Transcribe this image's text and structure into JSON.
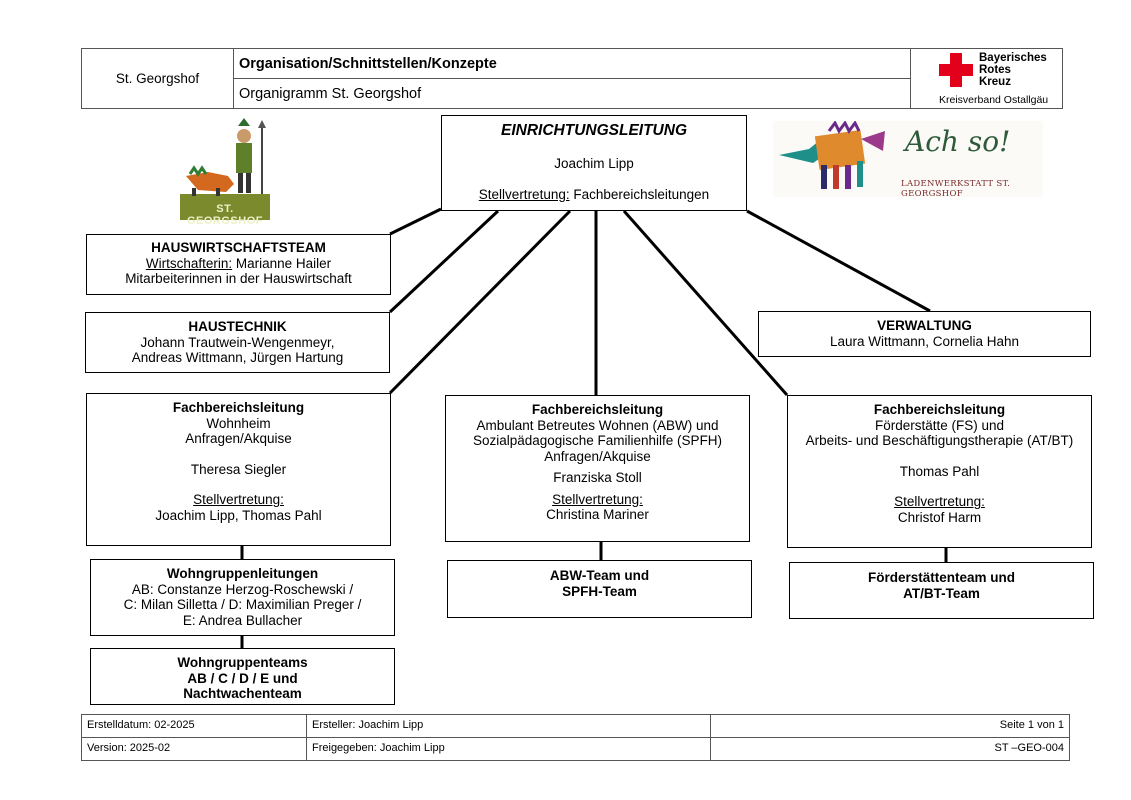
{
  "header": {
    "org_name": "St. Georgshof",
    "title": "Organisation/Schnittstellen/Konzepte",
    "subtitle": "Organigramm St. Georgshof",
    "brk_line1": "Bayerisches",
    "brk_line2": "Rotes",
    "brk_line3": "Kreuz",
    "brk_sub": "Kreisverband Ostallgäu",
    "brk_red": "#e2001a"
  },
  "logos": {
    "left_text": "ST. GEORGSHOF",
    "right_script": "Ach so!",
    "right_caption": "Ladenwerkstatt St. Georgshof"
  },
  "leitung": {
    "title": "EINRICHTUNGSLEITUNG",
    "name": "Joachim Lipp",
    "deputy_label": "Stellvertretung:",
    "deputy_value": " Fachbereichsleitungen"
  },
  "hauswirtschaft": {
    "title": "HAUSWIRTSCHAFTSTEAM",
    "role_label": "Wirtschafterin:",
    "role_value": " Marianne Hailer",
    "line3": "Mitarbeiterinnen in der Hauswirtschaft"
  },
  "haustechnik": {
    "title": "HAUSTECHNIK",
    "line2": "Johann Trautwein-Wengenmeyr,",
    "line3": "Andreas Wittmann, Jürgen Hartung"
  },
  "verwaltung": {
    "title": "VERWALTUNG",
    "line2": "Laura Wittmann, Cornelia Hahn"
  },
  "fb_wohnheim": {
    "title": "Fachbereichsleitung",
    "line2": "Wohnheim",
    "line3": "Anfragen/Akquise",
    "name": "Theresa Siegler",
    "deputy_label": "Stellvertretung:",
    "deputy_value": "Joachim Lipp, Thomas Pahl"
  },
  "fb_abw": {
    "title": "Fachbereichsleitung",
    "line2": "Ambulant Betreutes Wohnen (ABW) und",
    "line3": "Sozialpädagogische Familienhilfe (SPFH)",
    "line4": "Anfragen/Akquise",
    "name": "Franziska Stoll",
    "deputy_label": "Stellvertretung:",
    "deputy_value": "Christina Mariner"
  },
  "fb_fs": {
    "title": "Fachbereichsleitung",
    "line2": "Förderstätte (FS) und",
    "line3": "Arbeits- und Beschäftigungstherapie (AT/BT)",
    "name": "Thomas Pahl",
    "deputy_label": "Stellvertretung:",
    "deputy_value": "Christof Harm"
  },
  "wohngruppenleitungen": {
    "title": "Wohngruppenleitungen",
    "line2": "AB: Constanze Herzog-Roschewski /",
    "line3": "C: Milan Silletta / D: Maximilian Preger /",
    "line4": "E: Andrea Bullacher"
  },
  "wohngruppenteams": {
    "line1": "Wohngruppenteams",
    "line2": "AB / C / D / E und",
    "line3": "Nachtwachenteam"
  },
  "abw_team": {
    "line1": "ABW-Team und",
    "line2": "SPFH-Team"
  },
  "fs_team": {
    "line1": "Förderstättenteam und",
    "line2": "AT/BT-Team"
  },
  "footer": {
    "created_date": "Erstelldatum: 02-2025",
    "creator": "Ersteller: Joachim Lipp",
    "page": "Seite 1 von 1",
    "version": "Version: 2025-02",
    "approved": "Freigegeben: Joachim Lipp",
    "doc_id": "ST –GEO-004"
  }
}
